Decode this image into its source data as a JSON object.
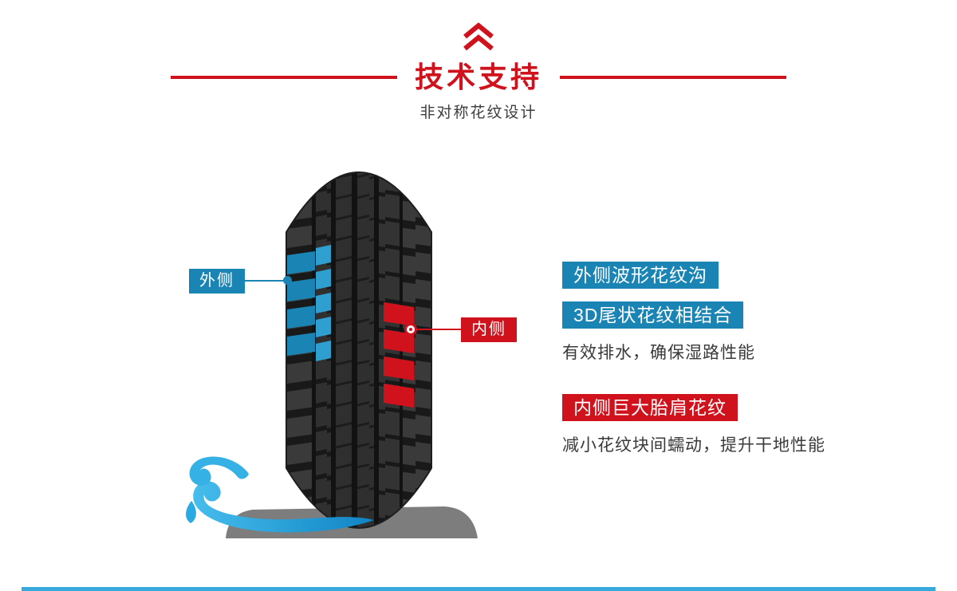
{
  "colors": {
    "accent_red": "#d0121d",
    "accent_blue": "#1a84b4",
    "accent_blue_light": "#2f9fd0",
    "water_blue": "#2aa9e2",
    "road_gray": "#7d7d7d",
    "footer_blue": "#38a9dc"
  },
  "header": {
    "icon": "double-chevron-up",
    "title": "技术支持",
    "subtitle": "非对称花纹设计"
  },
  "diagram": {
    "outer_label": "外侧",
    "inner_label": "内侧"
  },
  "features": {
    "outer_tag_1": "外侧波形花纹沟",
    "outer_tag_2": "3D尾状花纹相结合",
    "outer_desc": "有效排水，确保湿路性能",
    "inner_tag": "内侧巨大胎肩花纹",
    "inner_desc": "减小花纹块间蠕动，提升干地性能"
  }
}
